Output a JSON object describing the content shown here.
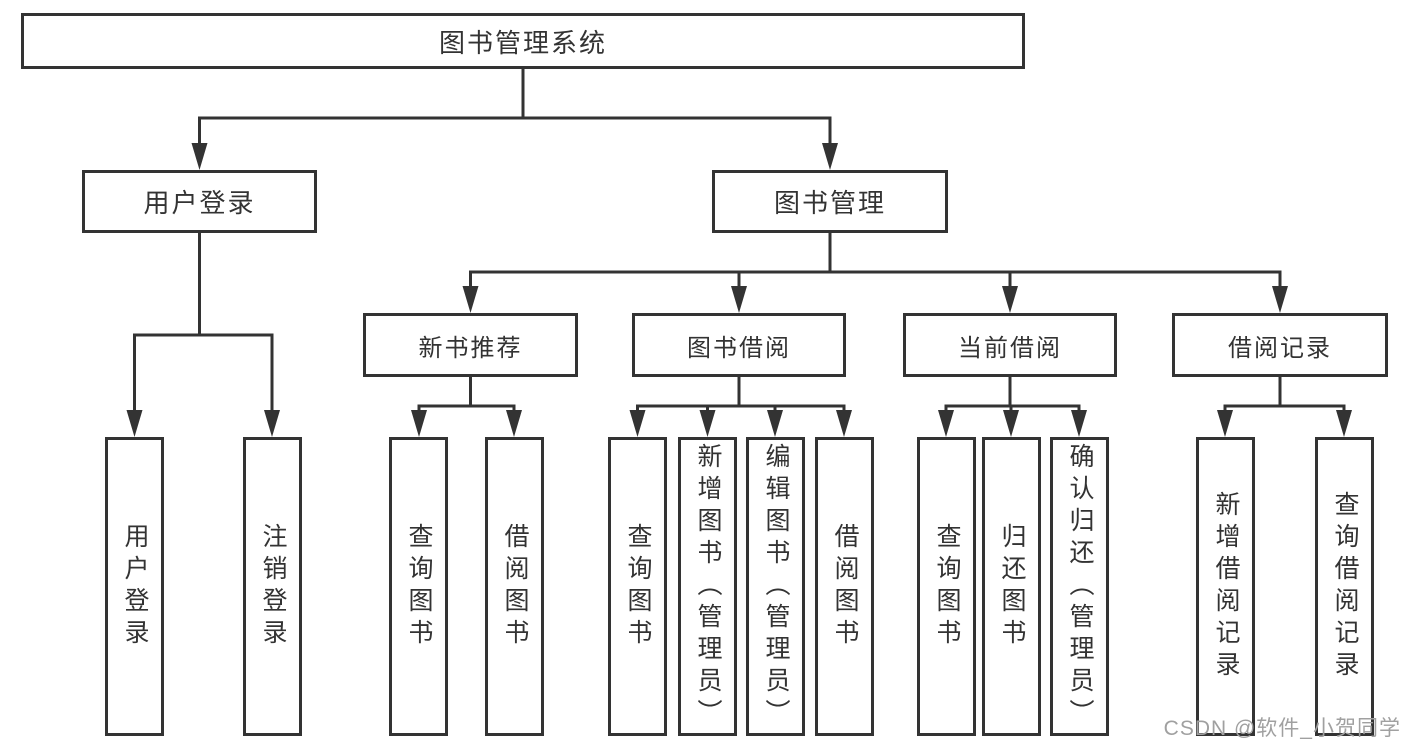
{
  "diagram": {
    "root": {
      "label": "图书管理系统"
    },
    "branches": [
      {
        "label": "用户登录",
        "children": [
          {
            "label": "用户登录"
          },
          {
            "label": "注销登录"
          }
        ]
      },
      {
        "label": "图书管理",
        "groups": [
          {
            "label": "新书推荐",
            "children": [
              {
                "label": "查询图书"
              },
              {
                "label": "借阅图书"
              }
            ]
          },
          {
            "label": "图书借阅",
            "children": [
              {
                "label": "查询图书"
              },
              {
                "label": "新增图书（管理员）"
              },
              {
                "label": "编辑图书（管理员）"
              },
              {
                "label": "借阅图书"
              }
            ]
          },
          {
            "label": "当前借阅",
            "children": [
              {
                "label": "查询图书"
              },
              {
                "label": "归还图书"
              },
              {
                "label": "确认归还（管理员）"
              }
            ]
          },
          {
            "label": "借阅记录",
            "children": [
              {
                "label": "新增借阅记录"
              },
              {
                "label": "查询借阅记录"
              }
            ]
          }
        ]
      }
    ],
    "watermark": "CSDN @软件_小贺同学",
    "colors": {
      "line": "#333333",
      "text": "#333333",
      "watermark": "#a0a0a0",
      "bg": "#ffffff"
    }
  }
}
